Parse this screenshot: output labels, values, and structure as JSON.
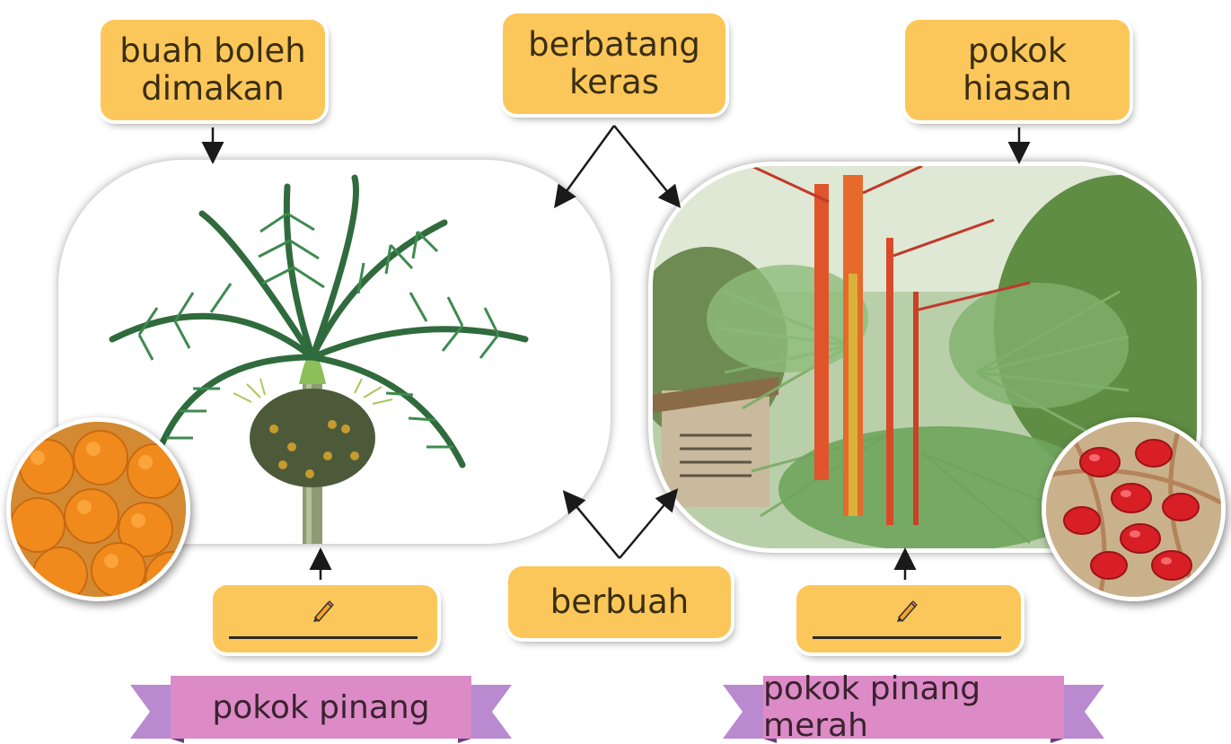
{
  "labels": {
    "buah_boleh_dimakan": "buah boleh\ndimakan",
    "berbatang_keras": "berbatang\nkeras",
    "pokok_hiasan": "pokok\nhiasan",
    "berbuah": "berbuah"
  },
  "ribbons": {
    "left": "pokok pinang",
    "right": "pokok pinang merah"
  },
  "answer_boxes": {
    "left_icon": "pencil-icon",
    "right_icon": "pencil-icon"
  },
  "colors": {
    "label_box": "#fcc75a",
    "ribbon_main": "#dc8bc6",
    "ribbon_tail": "#b98ad0",
    "arrow": "#1a1a1a"
  }
}
